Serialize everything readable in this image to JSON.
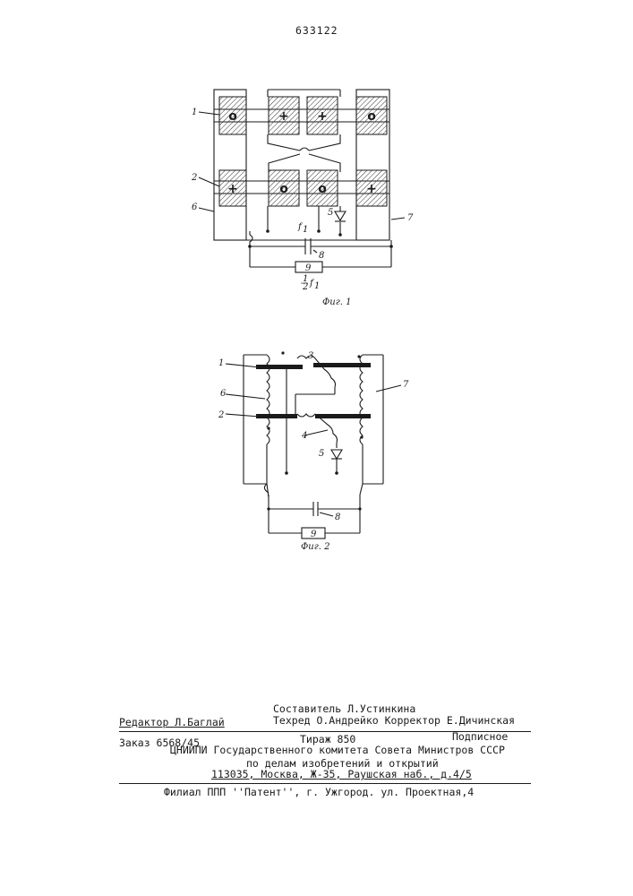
{
  "patent_number": "633122",
  "fig1": {
    "caption": "Фиг. 1",
    "labels": {
      "coil_row1": "1",
      "coil_row2": "2",
      "diode": "5",
      "winding_left": "6",
      "winding_right": "7",
      "capacitor": "8",
      "load": "9",
      "freq": "f",
      "freq_sub": "1",
      "half": "1",
      "half_den": "2",
      "half_freq": "f",
      "half_freq_sub": "1"
    },
    "row1_marks": [
      "o",
      "+",
      "+",
      "o"
    ],
    "row2_marks": [
      "+",
      "o",
      "o",
      "+"
    ]
  },
  "fig2": {
    "caption": "Фиг. 2",
    "labels": {
      "core1": "1",
      "core2": "2",
      "coil3": "3",
      "coil4": "4",
      "diode": "5",
      "winding_left": "6",
      "winding_right": "7",
      "capacitor": "8",
      "load": "9"
    }
  },
  "imprint": {
    "compiler": "Составитель Л.Устинкина",
    "editor": "Редактор Л.Баглай",
    "techred_corrector": "Техред О.Андрейко  Корректор Е.Дичинская",
    "order": "Заказ 6568/45",
    "circulation": "Тираж 850",
    "subscription": "Подписное",
    "org1": "ЦНИИПИ Государственного комитета Совета Министров СССР",
    "org2": "по делам изобретений и открытий",
    "address": "113035, Москва, Ж-35, Раушская наб., д.4/5",
    "branch": "Филиал ППП ''Патент'', г. Ужгород. ул. Проектная,4"
  }
}
